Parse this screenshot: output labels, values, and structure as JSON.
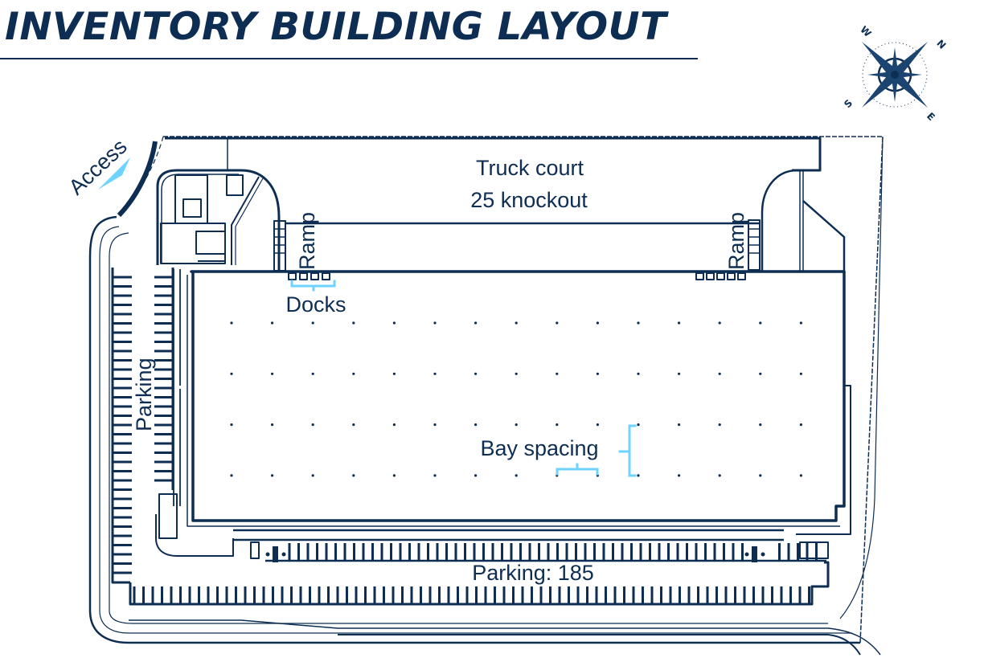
{
  "header": {
    "title": "INVENTORY BUILDING LAYOUT"
  },
  "compass": {
    "labels": {
      "north": "N",
      "east": "E",
      "south": "S",
      "west": "W"
    }
  },
  "colors": {
    "primary": "#0d2d52",
    "accent": "#6fd3ff",
    "background": "#ffffff"
  },
  "labels": {
    "access": "Access",
    "truck_court_line1": "Truck court",
    "truck_court_line2": "25 knockout",
    "ramp_left": "Ramp",
    "ramp_right": "Ramp",
    "docks": "Docks",
    "parking_side": "Parking",
    "bay_spacing": "Bay spacing",
    "parking_main": "Parking: 185"
  },
  "warehouse": {
    "column_grid": {
      "columns": 15,
      "rows": 4
    },
    "docks_left_count": 4,
    "docks_right_count": 5
  }
}
